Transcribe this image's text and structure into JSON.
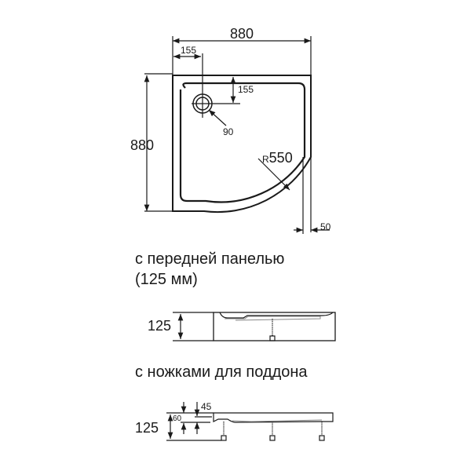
{
  "top_view": {
    "width_label": "880",
    "height_label": "880",
    "drain_offset_x": "155",
    "drain_offset_y": "155",
    "drain_diameter": "90",
    "radius_prefix": "R",
    "radius_value": "550",
    "rim_offset": "50"
  },
  "section_front_panel": {
    "caption_line1": "с передней панелью",
    "caption_line2": "(125 мм)",
    "height_label": "125"
  },
  "section_legs": {
    "caption": "с ножками для поддона",
    "height_label": "125",
    "tray_height_label": "60",
    "depth_label": "45"
  }
}
